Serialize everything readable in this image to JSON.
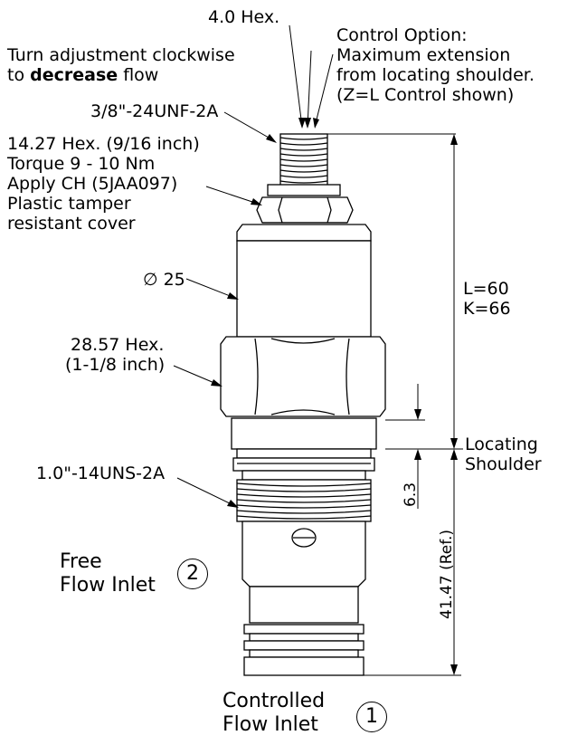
{
  "labels": {
    "hex_top": "4.0 Hex.",
    "control_option": [
      "Control Option:",
      "Maximum extension",
      "from locating shoulder.",
      "(Z=L Control shown)"
    ],
    "adjust_line1": "Turn adjustment clockwise",
    "adjust_to": "to ",
    "adjust_bold": "decrease",
    "adjust_flow": " flow",
    "thread_small": "3/8\"-24UNF-2A",
    "hex_nut": [
      "14.27 Hex. (9/16 inch)",
      "Torque 9 - 10 Nm",
      "Apply CH (5JAA097)",
      "Plastic tamper",
      "resistant cover"
    ],
    "diameter": "∅ 25",
    "hex_body": [
      "28.57 Hex.",
      "(1-1/8 inch)"
    ],
    "thread_large": "1.0\"-14UNS-2A",
    "dim_lk": [
      "L=60",
      "K=66"
    ],
    "locating_shoulder": [
      "Locating",
      "Shoulder"
    ],
    "dim_63": "6.3",
    "dim_ref": "41.47 (Ref.)",
    "port2_label": [
      "Free",
      "Flow Inlet"
    ],
    "port2_num": "2",
    "port1_label": [
      "Controlled",
      "Flow Inlet"
    ],
    "port1_num": "1"
  }
}
